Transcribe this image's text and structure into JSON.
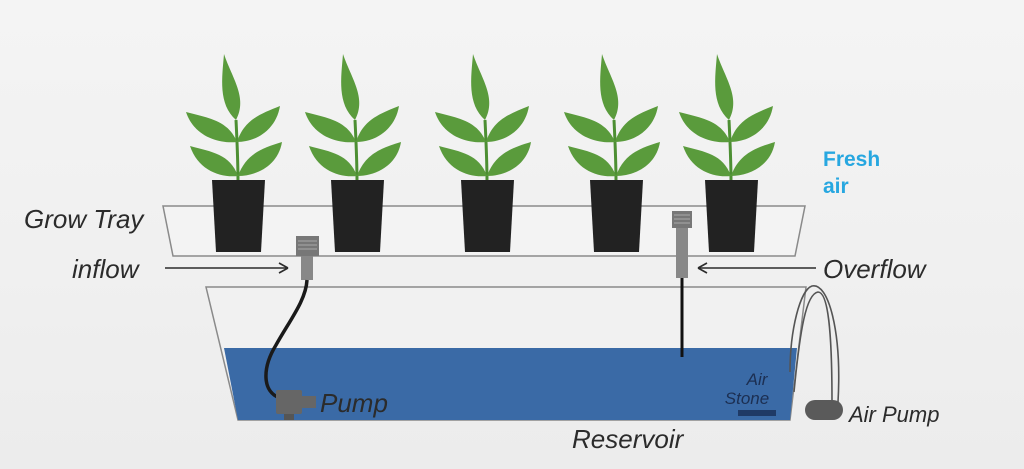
{
  "labels": {
    "grow_tray": "Grow Tray",
    "inflow": "inflow",
    "overflow": "Overflow",
    "pump": "Pump",
    "air_stone_line1": "Air",
    "air_stone_line2": "Stone",
    "reservoir": "Reservoir",
    "air_pump": "Air Pump",
    "fresh_air_line1": "Fresh",
    "fresh_air_line2": "air"
  },
  "colors": {
    "water": "#3a6aa6",
    "leaf": "#5a9b3c",
    "pot": "#222222",
    "fresh_air": "#27a7e0",
    "outline": "#8a8a8a"
  },
  "icons": {
    "plant": "plant-seedling-icon",
    "pump": "submersible-pump-icon",
    "air_pump": "air-pump-icon",
    "air_stone": "air-stone-icon"
  }
}
